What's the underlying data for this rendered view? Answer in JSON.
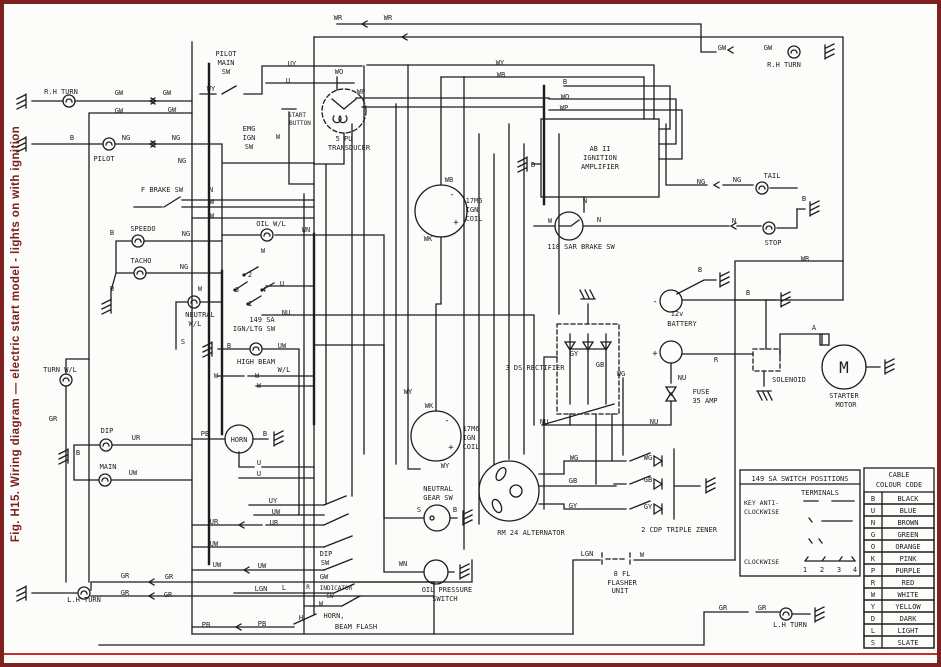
{
  "caption": "Fig. H15. Wiring diagram — electric start model - lights on with ignition",
  "colors": {
    "frame": "#7c2020",
    "ink": "#1d1d1d",
    "paper": "#fcfcfa",
    "accent_rule": "#c23030"
  },
  "labels": [
    [
      "R.H TURN",
      57,
      90
    ],
    [
      "GW",
      115,
      91
    ],
    [
      "GW",
      163,
      91
    ],
    [
      "GW",
      115,
      109
    ],
    [
      "GW",
      168,
      108
    ],
    [
      "B",
      68,
      136
    ],
    [
      "NG",
      122,
      136
    ],
    [
      "NG",
      172,
      136
    ],
    [
      "PILOT",
      100,
      157
    ],
    [
      "NG",
      178,
      159
    ],
    [
      "PILOT",
      222,
      52
    ],
    [
      "MAIN",
      222,
      61
    ],
    [
      "SW",
      222,
      70
    ],
    [
      "WY",
      207,
      87
    ],
    [
      "UY",
      288,
      62
    ],
    [
      "U",
      284,
      79
    ],
    [
      "START",
      293,
      113,
      6
    ],
    [
      "BUTTON",
      296,
      121,
      6
    ],
    [
      "W",
      274,
      135
    ],
    [
      "EMG",
      245,
      127
    ],
    [
      "IGN",
      245,
      136
    ],
    [
      "SW",
      245,
      145
    ],
    [
      "WR",
      334,
      16
    ],
    [
      "WR",
      384,
      16
    ],
    [
      "WO",
      335,
      70
    ],
    [
      "WP",
      357,
      90
    ],
    [
      "5 PU",
      340,
      137
    ],
    [
      "TRANSDUCER",
      345,
      146
    ],
    [
      "WY",
      496,
      61
    ],
    [
      "WB",
      497,
      73
    ],
    [
      "B",
      561,
      80
    ],
    [
      "WO",
      561,
      95
    ],
    [
      "WP",
      560,
      106
    ],
    [
      "AB II",
      596,
      147
    ],
    [
      "IGNITION",
      596,
      156
    ],
    [
      "AMPLIFIER",
      596,
      165
    ],
    [
      "B",
      529,
      163
    ],
    [
      "WB",
      445,
      178
    ],
    [
      "17M6",
      470,
      199
    ],
    [
      "IGN",
      468,
      208
    ],
    [
      "COIL",
      470,
      217
    ],
    [
      "WK",
      424,
      237
    ],
    [
      "-",
      448,
      193,
      9
    ],
    [
      "+",
      452,
      221,
      9
    ],
    [
      "W",
      546,
      219
    ],
    [
      "N",
      595,
      218
    ],
    [
      "N",
      581,
      199
    ],
    [
      "118 SAR BRAKE SW",
      577,
      245
    ],
    [
      "GW",
      718,
      46
    ],
    [
      "GW",
      764,
      46
    ],
    [
      "R.H TURN",
      780,
      63
    ],
    [
      "NG",
      697,
      180
    ],
    [
      "NG",
      733,
      178
    ],
    [
      "TAIL",
      768,
      174
    ],
    [
      "B",
      800,
      197
    ],
    [
      "N",
      730,
      219
    ],
    [
      "STOP",
      769,
      241
    ],
    [
      "WR",
      801,
      257
    ],
    [
      "B",
      696,
      268
    ],
    [
      "12v",
      673,
      312
    ],
    [
      "BATTERY",
      678,
      322
    ],
    [
      "B",
      744,
      291
    ],
    [
      "-",
      651,
      300,
      9
    ],
    [
      "+",
      651,
      352,
      9
    ],
    [
      "R",
      712,
      358
    ],
    [
      "NU",
      678,
      376
    ],
    [
      "FUSE",
      697,
      390
    ],
    [
      "35 AMP",
      701,
      399
    ],
    [
      "NU",
      650,
      420
    ],
    [
      "NU",
      540,
      420
    ],
    [
      "3 DS RECTIFIER",
      531,
      366
    ],
    [
      "GY",
      570,
      352
    ],
    [
      "GB",
      596,
      363
    ],
    [
      "WG",
      617,
      372
    ],
    [
      "SOLENOID",
      785,
      378
    ],
    [
      "A",
      810,
      326
    ],
    [
      "STARTER",
      840,
      394
    ],
    [
      "MOTOR",
      842,
      403
    ],
    [
      "M",
      840,
      369,
      16
    ],
    [
      "F BRAKE SW",
      158,
      188
    ],
    [
      "N",
      207,
      188
    ],
    [
      "W",
      208,
      200
    ],
    [
      "W",
      208,
      214
    ],
    [
      "SPEEDO",
      139,
      227
    ],
    [
      "B",
      108,
      231
    ],
    [
      "NG",
      182,
      232
    ],
    [
      "TACHO",
      137,
      259
    ],
    [
      "NG",
      180,
      265
    ],
    [
      "B",
      108,
      287
    ],
    [
      "OIL W/L",
      267,
      222
    ],
    [
      "WN",
      302,
      228
    ],
    [
      "W",
      259,
      249
    ],
    [
      "2",
      246,
      273
    ],
    [
      "3",
      233,
      288
    ],
    [
      "4",
      260,
      288
    ],
    [
      "U",
      278,
      282
    ],
    [
      "1",
      246,
      302
    ],
    [
      "NU",
      282,
      311
    ],
    [
      "NEUTRAL",
      196,
      313
    ],
    [
      "W/L",
      191,
      322
    ],
    [
      "W",
      196,
      287
    ],
    [
      "149 SA",
      258,
      318
    ],
    [
      "IGN/LTG SW",
      250,
      327
    ],
    [
      "S",
      179,
      340
    ],
    [
      "B",
      225,
      344
    ],
    [
      "UW",
      278,
      344
    ],
    [
      "HIGH BEAM",
      252,
      360
    ],
    [
      "W/L",
      280,
      368
    ],
    [
      "W",
      212,
      374
    ],
    [
      "W",
      253,
      374
    ],
    [
      "W",
      255,
      384
    ],
    [
      "TURN W/L",
      56,
      368
    ],
    [
      "GR",
      49,
      417
    ],
    [
      "DIP",
      103,
      429
    ],
    [
      "UR",
      132,
      436
    ],
    [
      "MAIN",
      104,
      465
    ],
    [
      "UW",
      129,
      471
    ],
    [
      "B",
      74,
      451
    ],
    [
      "PB",
      201,
      432
    ],
    [
      "HORN",
      235,
      438
    ],
    [
      "B",
      261,
      432
    ],
    [
      "U",
      255,
      461
    ],
    [
      "U",
      255,
      472
    ],
    [
      "UY",
      269,
      499
    ],
    [
      "UW",
      272,
      510
    ],
    [
      "UR",
      210,
      520
    ],
    [
      "UR",
      270,
      521
    ],
    [
      "UW",
      210,
      542
    ],
    [
      "UW",
      213,
      563
    ],
    [
      "UW",
      258,
      564
    ],
    [
      "DIP",
      322,
      552
    ],
    [
      "SW",
      321,
      561
    ],
    [
      "GW",
      320,
      575
    ],
    [
      "R",
      304,
      585,
      6
    ],
    [
      "INDICATOR",
      332,
      586,
      6
    ],
    [
      "SW",
      326,
      594,
      6
    ],
    [
      "LGN",
      257,
      587
    ],
    [
      "L",
      280,
      586
    ],
    [
      "W",
      317,
      602
    ],
    [
      "HORN,",
      330,
      614
    ],
    [
      "BEAM FLASH",
      352,
      625
    ],
    [
      "PB",
      202,
      623
    ],
    [
      "PB",
      258,
      622
    ],
    [
      "H",
      297,
      616
    ],
    [
      "WY",
      404,
      390
    ],
    [
      "WK",
      425,
      404
    ],
    [
      "WY",
      441,
      464
    ],
    [
      "17M6",
      467,
      427
    ],
    [
      "IGN",
      465,
      436
    ],
    [
      "COIL",
      467,
      445
    ],
    [
      "-",
      443,
      419,
      9
    ],
    [
      "+",
      447,
      446,
      9
    ],
    [
      "NEUTRAL",
      434,
      487
    ],
    [
      "GEAR SW",
      434,
      496
    ],
    [
      "S",
      415,
      508
    ],
    [
      "B",
      451,
      508
    ],
    [
      "RM 24 ALTERNATOR",
      527,
      531
    ],
    [
      "WG",
      570,
      456
    ],
    [
      "WG",
      644,
      456
    ],
    [
      "GB",
      569,
      479
    ],
    [
      "GB",
      644,
      478
    ],
    [
      "GY",
      569,
      504
    ],
    [
      "GY",
      644,
      505
    ],
    [
      "2 CDP TRIPLE ZENER",
      675,
      528
    ],
    [
      "WN",
      399,
      562
    ],
    [
      "OIL PRESSURE",
      443,
      588
    ],
    [
      "SWITCH",
      441,
      597
    ],
    [
      "LGN",
      583,
      552
    ],
    [
      "W",
      638,
      553
    ],
    [
      "8 FL",
      618,
      572
    ],
    [
      "FLASHER",
      618,
      581
    ],
    [
      "UNIT",
      616,
      589
    ],
    [
      "GR",
      719,
      606
    ],
    [
      "GR",
      758,
      606
    ],
    [
      "L.H TURN",
      786,
      623
    ],
    [
      "GR",
      121,
      574
    ],
    [
      "GR",
      165,
      575
    ],
    [
      "GR",
      121,
      591
    ],
    [
      "GR",
      164,
      593
    ],
    [
      "L.H TURN",
      80,
      598
    ]
  ],
  "tables": {
    "switch_positions": {
      "title": "149 SA SWITCH POSITIONS",
      "terminals_heading": "TERMINALS",
      "row1_label_line1": "KEY ANTI-",
      "row1_label_line2": "CLOCKWISE",
      "row4_label": "CLOCKWISE",
      "terminal_numbers": [
        "1",
        "2",
        "3",
        "4"
      ]
    },
    "colour_code": {
      "title_line1": "CABLE",
      "title_line2": "COLOUR CODE",
      "rows": [
        [
          "B",
          "BLACK"
        ],
        [
          "U",
          "BLUE"
        ],
        [
          "N",
          "BROWN"
        ],
        [
          "G",
          "GREEN"
        ],
        [
          "O",
          "ORANGE"
        ],
        [
          "K",
          "PINK"
        ],
        [
          "P",
          "PURPLE"
        ],
        [
          "R",
          "RED"
        ],
        [
          "W",
          "WHITE"
        ],
        [
          "Y",
          "YELLOW"
        ],
        [
          "D",
          "DARK"
        ],
        [
          "L",
          "LIGHT"
        ],
        [
          "S",
          "SLATE"
        ]
      ]
    }
  }
}
